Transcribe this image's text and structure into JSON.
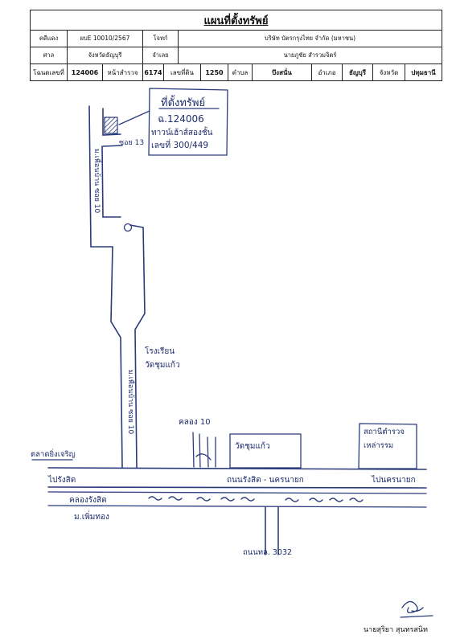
{
  "document": {
    "title": "แผนที่ตั้งทรัพย์",
    "header": {
      "row1": {
        "label_case": "คดีแดง",
        "case_no": "ผบE 10010/2567",
        "label_plaintiff": "โจทก์",
        "plaintiff": "บริษัท บัตรกรุงไทย จำกัด (มหาชน)"
      },
      "row2": {
        "label_court": "ศาล",
        "court": "จังหวัดธัญบุรี",
        "label_defendant": "จำเลย",
        "defendant": "นายภูชัย  สำรวมจิตร์"
      },
      "row3": {
        "label_deed": "โฉนดเลขที่",
        "deed_no": "124006",
        "label_survey_page": "หน้าสำรวจ",
        "survey_page": "6174",
        "label_land_no": "เลขที่ดิน",
        "land_no": "1250",
        "label_subdistrict": "ตำบล",
        "subdistrict": "บึงสนั่น",
        "label_district": "อำเภอ",
        "district": "ธัญบุรี",
        "label_province": "จังหวัด",
        "province": "ปทุมธานี"
      }
    },
    "map_labels": {
      "property_title": "ที่ตั้งทรัพย์",
      "deed_note": "ฉ.124006",
      "type_note": "ทาวน์เฮ้าส์สองชั้น",
      "address_note": "เลขที่ 300/449",
      "soi13": "ซอย 13",
      "soi_upper": "ม.เพื่อนบ้าน ซอย 10",
      "factory": "โรงเรียน",
      "temple_area": "วัดชุมแก้ว",
      "soi_lower": "ม.เพื่อนบ้าน ซอย 10",
      "khlong10": "คลอง 10",
      "wat_box": "วัดชุมแก้ว",
      "police_box": "สถานีตำรวจ",
      "police_box_2": "เหล่ารรม",
      "market": "ตลาดยิ่งเจริญ",
      "to_rangsit": "ไปรังสิต",
      "main_road": "ถนนรังสิต - นครนายก",
      "to_nakhon": "ไปนครนายก",
      "canal": "คลองรังสิต",
      "village_bottom": "ม.เพิ่มทอง",
      "road_3032": "ถนนทล. 3032"
    },
    "signature": {
      "signer": "นายสุริยา สุนทรสนิท"
    }
  }
}
